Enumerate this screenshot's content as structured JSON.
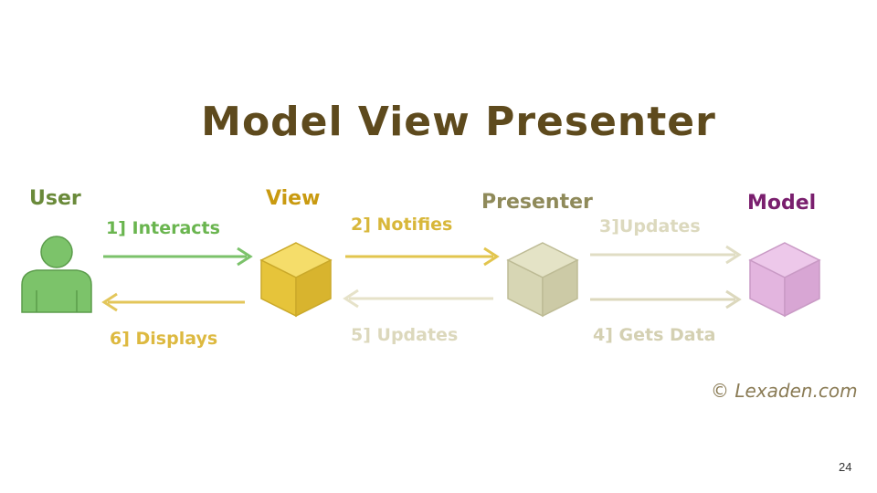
{
  "title": "Model View Presenter",
  "nodes": {
    "user": {
      "label": "User",
      "color": "#6a8a3a"
    },
    "view": {
      "label": "View",
      "color": "#c99a10"
    },
    "presenter": {
      "label": "Presenter",
      "color": "#8f8a5a"
    },
    "model": {
      "label": "Model",
      "color": "#7a1f6e"
    }
  },
  "arrows": {
    "interacts": {
      "label": "1] Interacts",
      "color": "#7bc26a"
    },
    "notifies": {
      "label": "2] Notifies",
      "color": "#e2c54e"
    },
    "updates_model": {
      "label": "3]Updates",
      "color": "#e0ddc4"
    },
    "gets_data": {
      "label": "4] Gets Data",
      "color": "#dcd8bd"
    },
    "updates_view": {
      "label": "5] Updates",
      "color": "#e6e2c9"
    },
    "displays": {
      "label": "6] Displays",
      "color": "#e3c65a"
    }
  },
  "copyright": "© Lexaden.com",
  "page_number": "24"
}
